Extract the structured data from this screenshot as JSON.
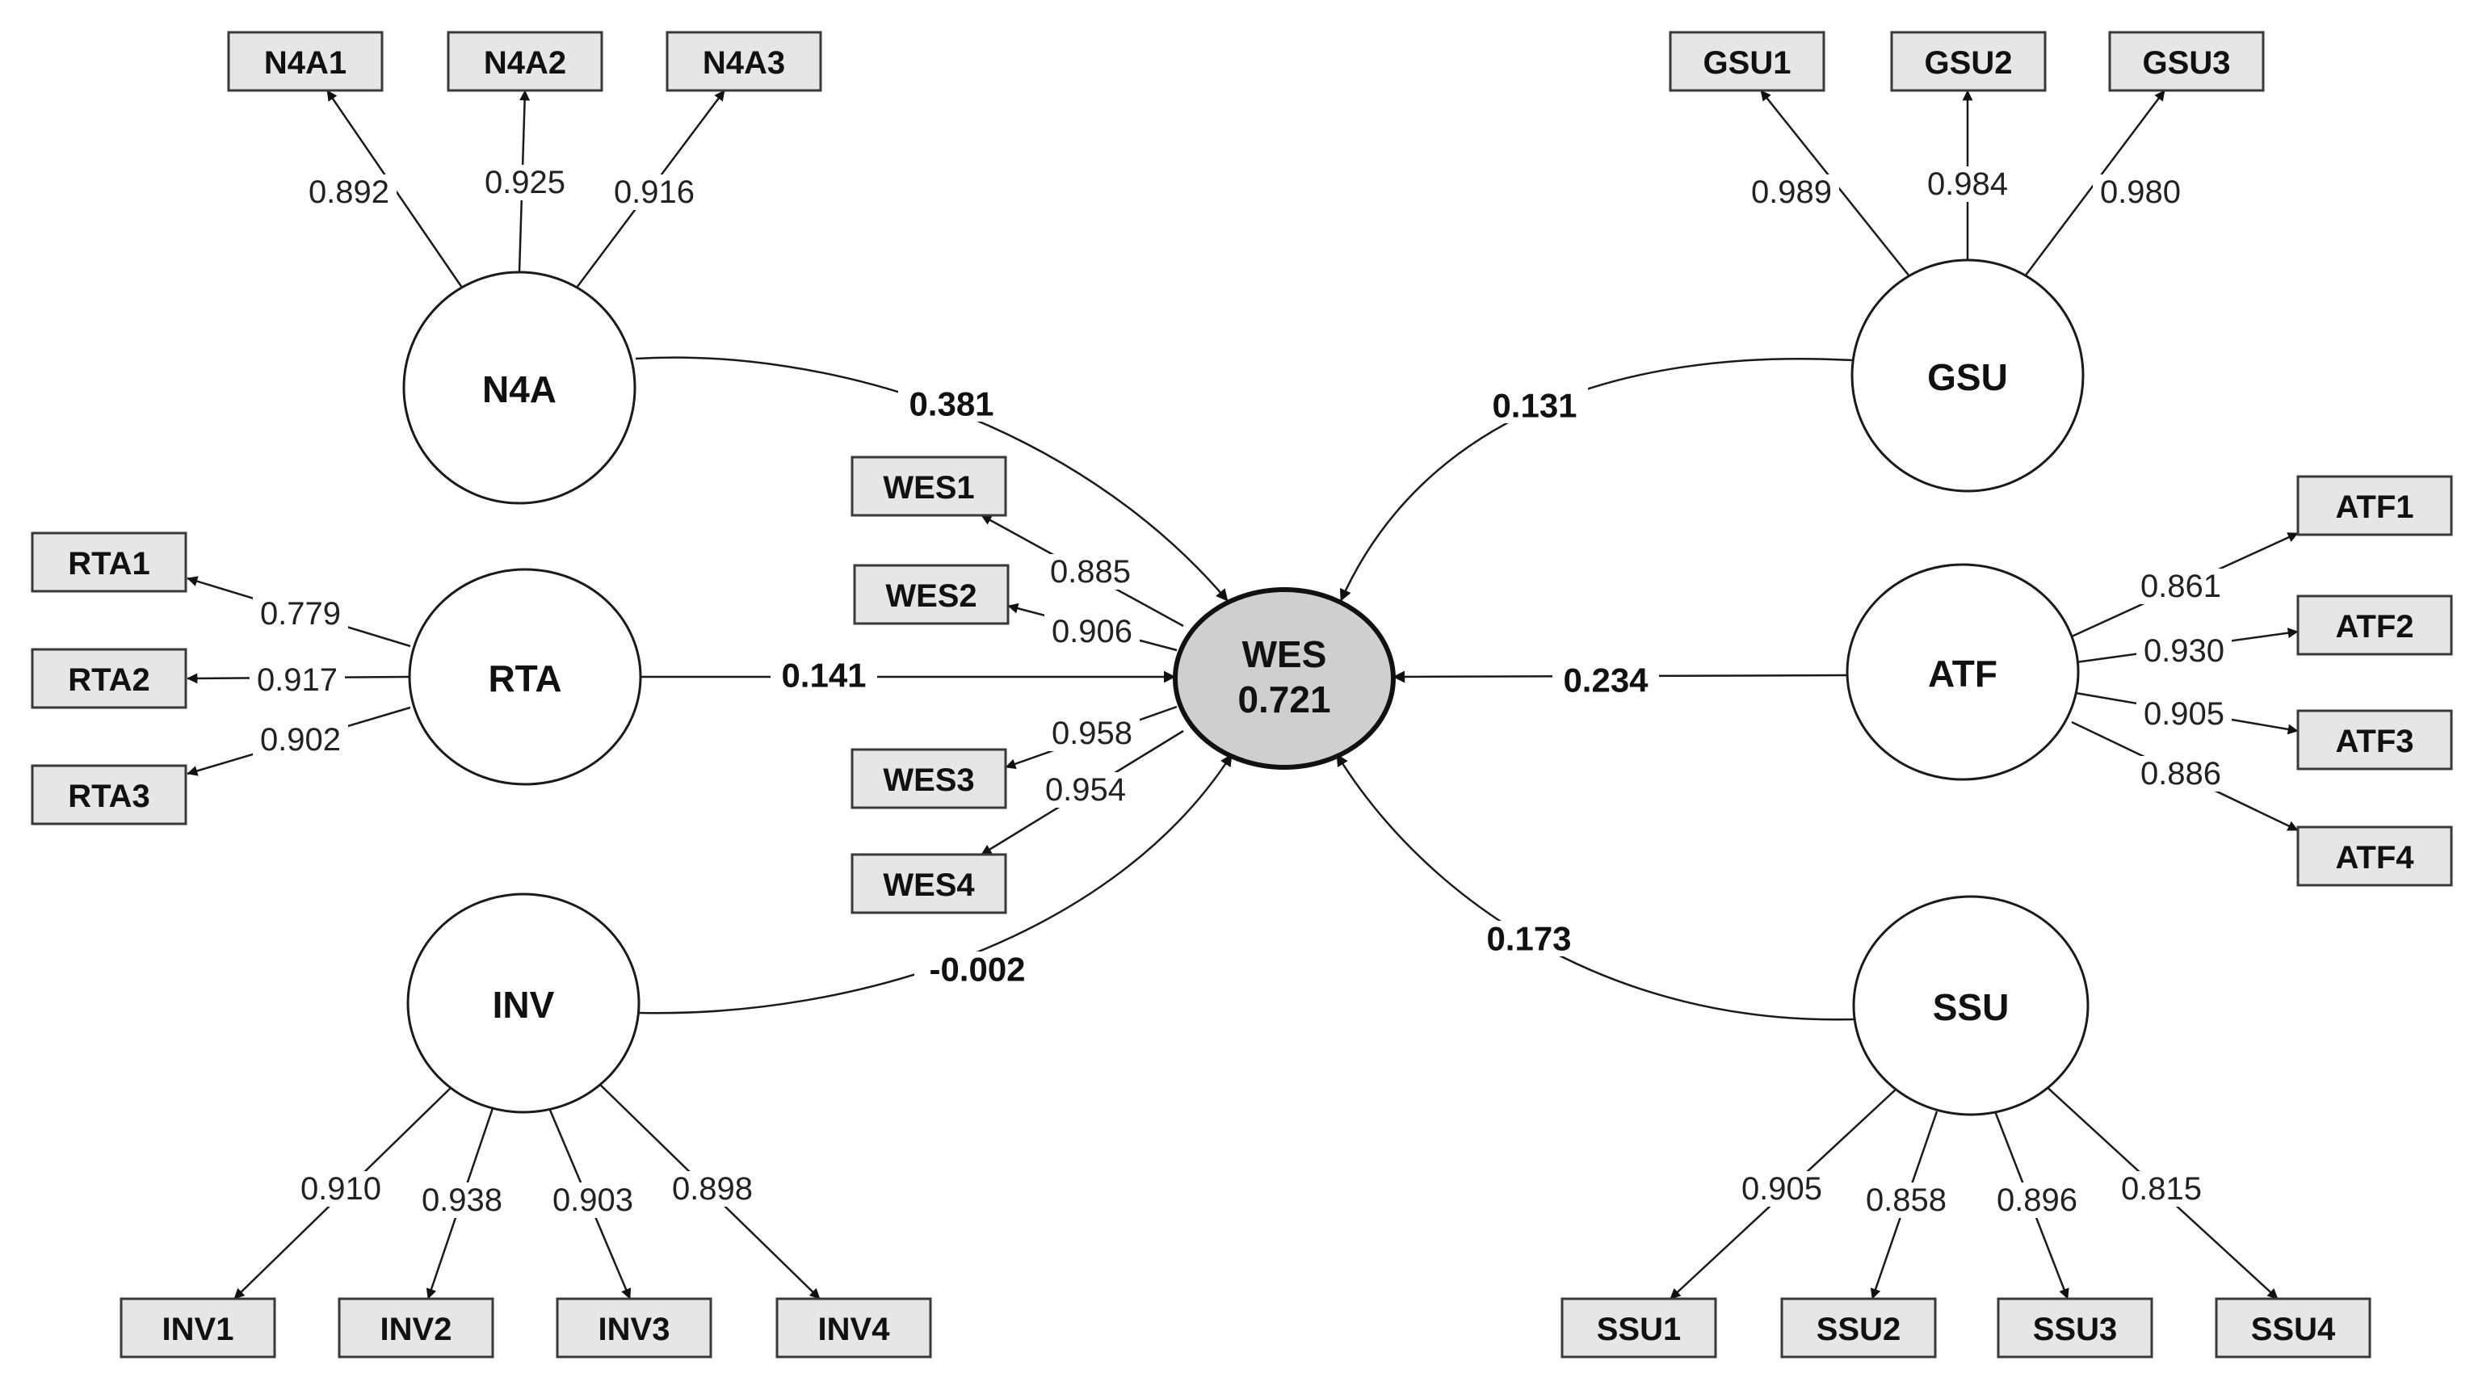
{
  "latents": [
    {
      "id": "N4A",
      "label": "N4A"
    },
    {
      "id": "GSU",
      "label": "GSU"
    },
    {
      "id": "RTA",
      "label": "RTA"
    },
    {
      "id": "ATF",
      "label": "ATF"
    },
    {
      "id": "INV",
      "label": "INV"
    },
    {
      "id": "SSU",
      "label": "SSU"
    },
    {
      "id": "WES",
      "label": "WES",
      "r2": "0.721"
    }
  ],
  "indicators": [
    {
      "id": "N4A1",
      "latent": "N4A",
      "loading": "0.892"
    },
    {
      "id": "N4A2",
      "latent": "N4A",
      "loading": "0.925"
    },
    {
      "id": "N4A3",
      "latent": "N4A",
      "loading": "0.916"
    },
    {
      "id": "GSU1",
      "latent": "GSU",
      "loading": "0.989"
    },
    {
      "id": "GSU2",
      "latent": "GSU",
      "loading": "0.984"
    },
    {
      "id": "GSU3",
      "latent": "GSU",
      "loading": "0.980"
    },
    {
      "id": "RTA1",
      "latent": "RTA",
      "loading": "0.779"
    },
    {
      "id": "RTA2",
      "latent": "RTA",
      "loading": "0.917"
    },
    {
      "id": "RTA3",
      "latent": "RTA",
      "loading": "0.902"
    },
    {
      "id": "WES1",
      "latent": "WES",
      "loading": "0.885"
    },
    {
      "id": "WES2",
      "latent": "WES",
      "loading": "0.906"
    },
    {
      "id": "WES3",
      "latent": "WES",
      "loading": "0.958"
    },
    {
      "id": "WES4",
      "latent": "WES",
      "loading": "0.954"
    },
    {
      "id": "ATF1",
      "latent": "ATF",
      "loading": "0.861"
    },
    {
      "id": "ATF2",
      "latent": "ATF",
      "loading": "0.930"
    },
    {
      "id": "ATF3",
      "latent": "ATF",
      "loading": "0.905"
    },
    {
      "id": "ATF4",
      "latent": "ATF",
      "loading": "0.886"
    },
    {
      "id": "INV1",
      "latent": "INV",
      "loading": "0.910"
    },
    {
      "id": "INV2",
      "latent": "INV",
      "loading": "0.938"
    },
    {
      "id": "INV3",
      "latent": "INV",
      "loading": "0.903"
    },
    {
      "id": "INV4",
      "latent": "INV",
      "loading": "0.898"
    },
    {
      "id": "SSU1",
      "latent": "SSU",
      "loading": "0.905"
    },
    {
      "id": "SSU2",
      "latent": "SSU",
      "loading": "0.858"
    },
    {
      "id": "SSU3",
      "latent": "SSU",
      "loading": "0.896"
    },
    {
      "id": "SSU4",
      "latent": "SSU",
      "loading": "0.815"
    }
  ],
  "paths": [
    {
      "from": "N4A",
      "to": "WES",
      "coef": "0.381"
    },
    {
      "from": "GSU",
      "to": "WES",
      "coef": "0.131"
    },
    {
      "from": "RTA",
      "to": "WES",
      "coef": "0.141"
    },
    {
      "from": "ATF",
      "to": "WES",
      "coef": "0.234"
    },
    {
      "from": "INV",
      "to": "WES",
      "coef": "-0.002"
    },
    {
      "from": "SSU",
      "to": "WES",
      "coef": "0.173"
    }
  ]
}
